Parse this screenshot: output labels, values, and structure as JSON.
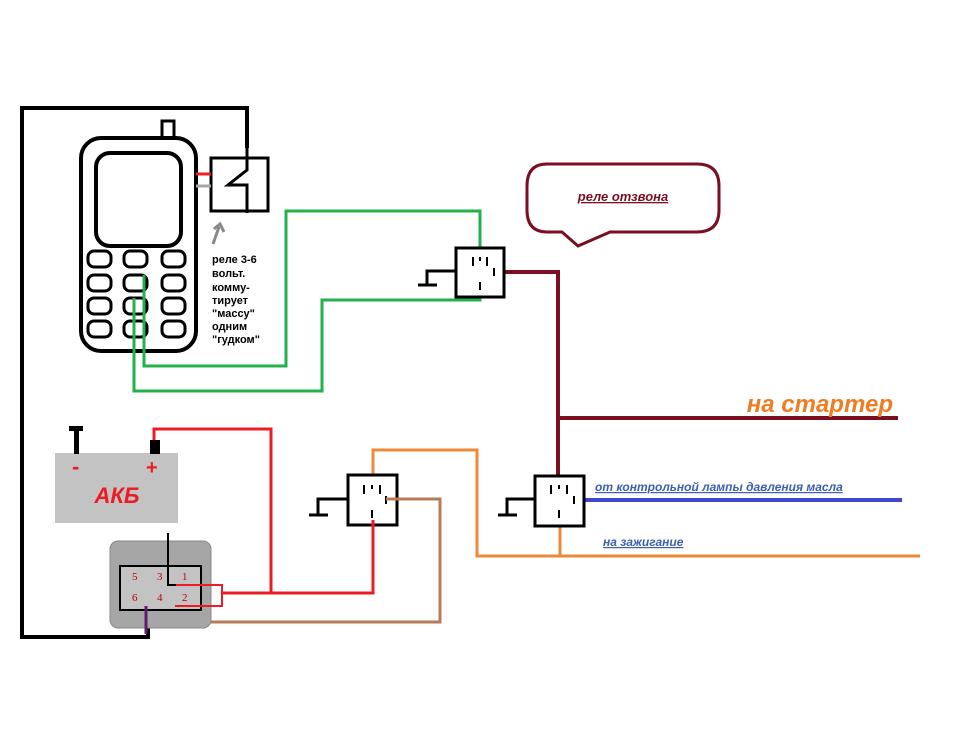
{
  "labels": {
    "relay_note_lines": [
      "реле 3-6",
      "вольт.",
      "комму-",
      "тирует",
      "\"массу\"",
      "одним",
      "\"гудком\""
    ],
    "callout": "реле отзвона",
    "starter": "на стартер",
    "oil_lamp": "от контрольной лампы давления масла",
    "ignition": "на зажигание",
    "battery": "АКБ",
    "battery_minus": "-",
    "battery_plus": "+",
    "pins": [
      "5",
      "3",
      "1",
      "6",
      "4",
      "2"
    ]
  },
  "colors": {
    "black": "#000000",
    "green": "#22b14c",
    "maroon": "#7a0f22",
    "red": "#ed1c24",
    "orange": "#f0883a",
    "brown": "#b97a57",
    "blue": "#3f48cc",
    "purple": "#5b1e6e",
    "gray": "#c3c3c3",
    "dark_gray": "#a6a6a6",
    "starter_text": "#ef7d22",
    "link_text": "#3a5fb0",
    "callout_text": "#7a0f22"
  }
}
